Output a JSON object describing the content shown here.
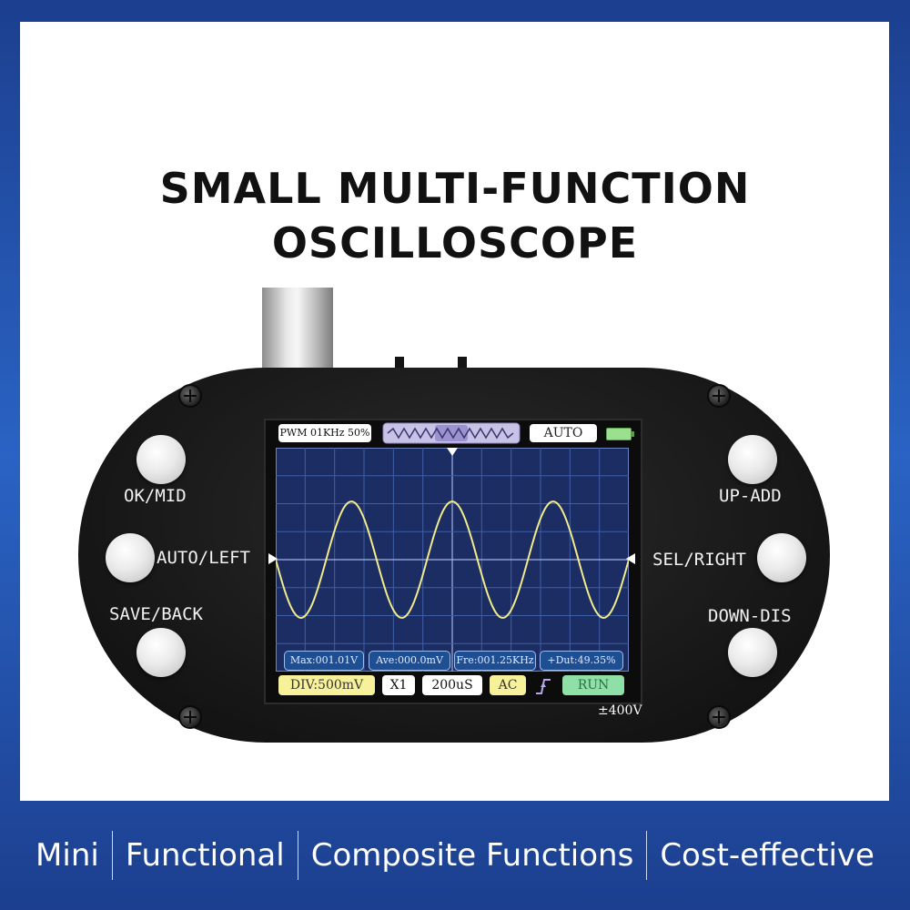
{
  "title": {
    "line1": "SMALL MULTI-FUNCTION",
    "line2": "OSCILLOSCOPE"
  },
  "buttons": {
    "ok_mid": "OK/MID",
    "auto_left": "AUTO/LEFT",
    "save_back": "SAVE/BACK",
    "up_add": "UP-ADD",
    "sel_right": "SEL/RIGHT",
    "down_dis": "DOWN-DIS"
  },
  "screen": {
    "pwm_status": "PWM 01KHz 50%",
    "trigger_mode": "AUTO",
    "measurements": {
      "max": "Max:001.01V",
      "ave": "Ave:000.0mV",
      "freq": "Fre:001.25KHz",
      "duty": "+Dut:49.35%"
    },
    "bottom": {
      "div": "DIV:500mV",
      "probe": "X1",
      "timebase": "200uS",
      "coupling": "AC",
      "run_state": "RUN"
    },
    "waveform": {
      "type": "sine",
      "cycles_visible": 3.5
    }
  },
  "range_label": "±400V",
  "taglines": [
    "Mini",
    "Functional",
    "Composite Functions",
    "Cost-effective"
  ],
  "colors": {
    "banner_blue": "#1c4ea6",
    "trace_yellow": "#f2ec8a",
    "grid_blue": "#3f5fa8",
    "run_green": "#8ee0a6",
    "div_yellow": "#f7f29a"
  }
}
